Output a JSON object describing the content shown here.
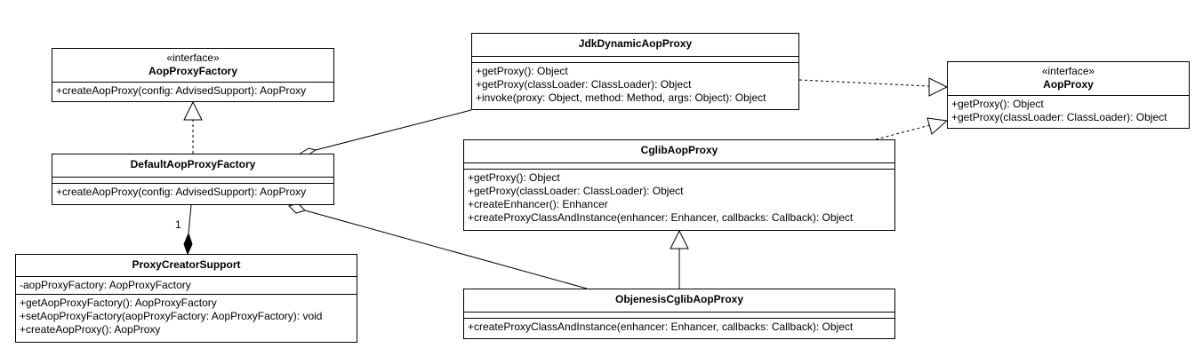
{
  "classes": {
    "aop_proxy_factory": {
      "stereotype": "«interface»",
      "name": "AopProxyFactory",
      "attributes": [],
      "operations": [
        "+createAopProxy(config: AdvisedSupport): AopProxy"
      ]
    },
    "default_aop_proxy_factory": {
      "name": "DefaultAopProxyFactory",
      "attributes": [],
      "operations": [
        "+createAopProxy(config: AdvisedSupport): AopProxy"
      ]
    },
    "proxy_creator_support": {
      "name": "ProxyCreatorSupport",
      "attributes": [
        "-aopProxyFactory: AopProxyFactory"
      ],
      "operations": [
        "+getAopProxyFactory(): AopProxyFactory",
        "+setAopProxyFactory(aopProxyFactory: AopProxyFactory): void",
        "+createAopProxy(): AopProxy"
      ]
    },
    "jdk_dynamic_aop_proxy": {
      "name": "JdkDynamicAopProxy",
      "attributes": [],
      "operations": [
        "+getProxy(): Object",
        "+getProxy(classLoader: ClassLoader): Object",
        "+invoke(proxy: Object, method: Method, args: Object): Object"
      ]
    },
    "aop_proxy": {
      "stereotype": "«interface»",
      "name": "AopProxy",
      "operations": [
        "+getProxy(): Object",
        "+getProxy(classLoader: ClassLoader): Object"
      ]
    },
    "cglib_aop_proxy": {
      "name": "CglibAopProxy",
      "attributes": [],
      "operations": [
        "+getProxy(): Object",
        "+getProxy(classLoader: ClassLoader): Object",
        "+createEnhancer(): Enhancer",
        "+createProxyClassAndInstance(enhancer: Enhancer, callbacks: Callback): Object"
      ]
    },
    "objenesis_cglib_aop_proxy": {
      "name": "ObjenesisCglibAopProxy",
      "attributes": [],
      "operations": [
        "+createProxyClassAndInstance(enhancer: Enhancer, callbacks: Callback): Object"
      ]
    }
  },
  "relations": {
    "composition_multiplicity": "1"
  }
}
